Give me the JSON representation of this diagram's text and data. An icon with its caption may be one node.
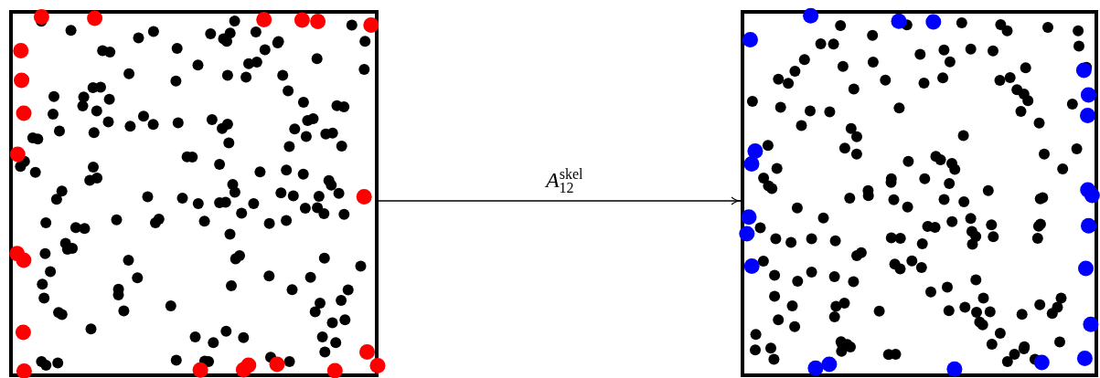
{
  "diagram": {
    "nodes": [
      {
        "text": [],
        "shape": "box"
      },
      {
        "text": [],
        "shape": "box"
      }
    ],
    "edges": [
      {
        "from": 0,
        "to": 1,
        "arrow": "to",
        "label": "*A*$^{skel}$$_{12}$"
      }
    ]
  }
}
